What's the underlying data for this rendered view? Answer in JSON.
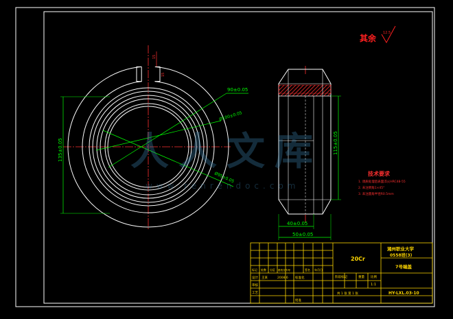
{
  "roughness": {
    "label": "其余",
    "value": "12.5"
  },
  "dims": {
    "outer_diameter": "135±0.05",
    "hole_90": "90±0.05",
    "d100": "Ø100±0.05",
    "d95": "Ø95±0.05",
    "height_115": "115±0.05",
    "w40": "40±0.05",
    "w50": "50±0.05",
    "slot_a": "15",
    "slot_b": "15"
  },
  "notes": {
    "title": "技术要求",
    "items": [
      "1. 调质处理后表面淬火HRC48-55",
      "2. 未注倒角1×45°",
      "3. 未注圆角半径R0.5mm"
    ]
  },
  "title_block": {
    "material": "20Cr",
    "school": "湘州职业大学",
    "class": "0558班(3)",
    "part_name": "7号端盖",
    "drawing_no": "HY-LXL.03-10",
    "scale": "1:1",
    "scale_label": "比例",
    "weight_label": "重量",
    "stage_label": "阶段标记",
    "sheets": "共 1 张  第 1 张",
    "rev_headers": [
      "标记",
      "处数",
      "分区",
      "更改文件号",
      "签名",
      "年月日"
    ],
    "sign_rows": [
      {
        "role": "设计",
        "name": "王某",
        "date": "2008.6"
      },
      {
        "role": "审核",
        "name": "",
        "date": ""
      },
      {
        "role": "工艺",
        "name": "",
        "date": ""
      }
    ],
    "std_label": "标准化",
    "approve_label": "批准"
  },
  "watermark": {
    "text": "人人文库",
    "url": "www.renrendoc.com"
  }
}
